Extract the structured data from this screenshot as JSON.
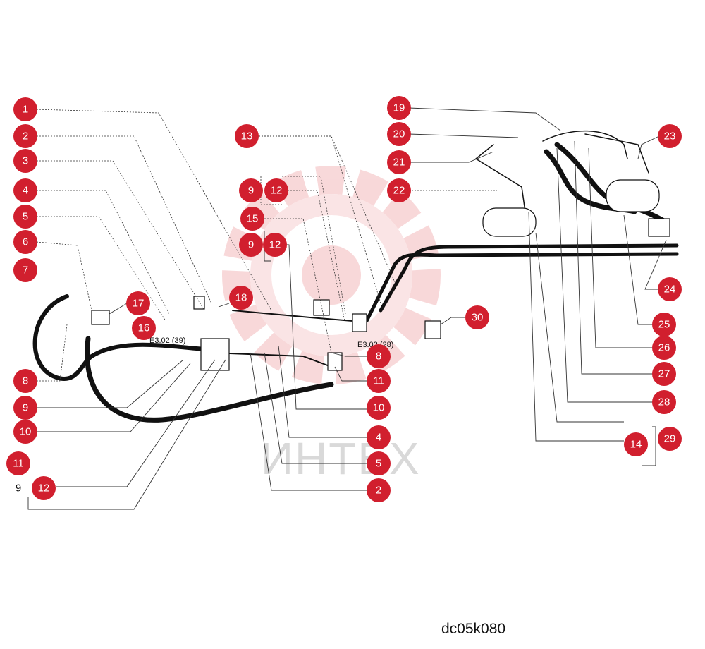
{
  "diagram": {
    "callouts": [
      "1",
      "2",
      "3",
      "4",
      "5",
      "6",
      "7",
      "8",
      "9",
      "10",
      "11",
      "9",
      "12",
      "12",
      "13",
      "9",
      "12",
      "15",
      "9",
      "12",
      "18",
      "17",
      "16",
      "8",
      "11",
      "10",
      "4",
      "5",
      "2",
      "19",
      "20",
      "21",
      "22",
      "23",
      "24",
      "25",
      "26",
      "27",
      "28",
      "29",
      "14",
      "30"
    ],
    "part_refs": [
      "E3.02 (39)",
      "E3.02 (28)"
    ],
    "watermark": "ИНТЕХ",
    "drawing_code": "dc05k080",
    "colors": {
      "callout": "#d11f2e",
      "watermark": "#f3b9bb",
      "line": "#111111"
    }
  }
}
